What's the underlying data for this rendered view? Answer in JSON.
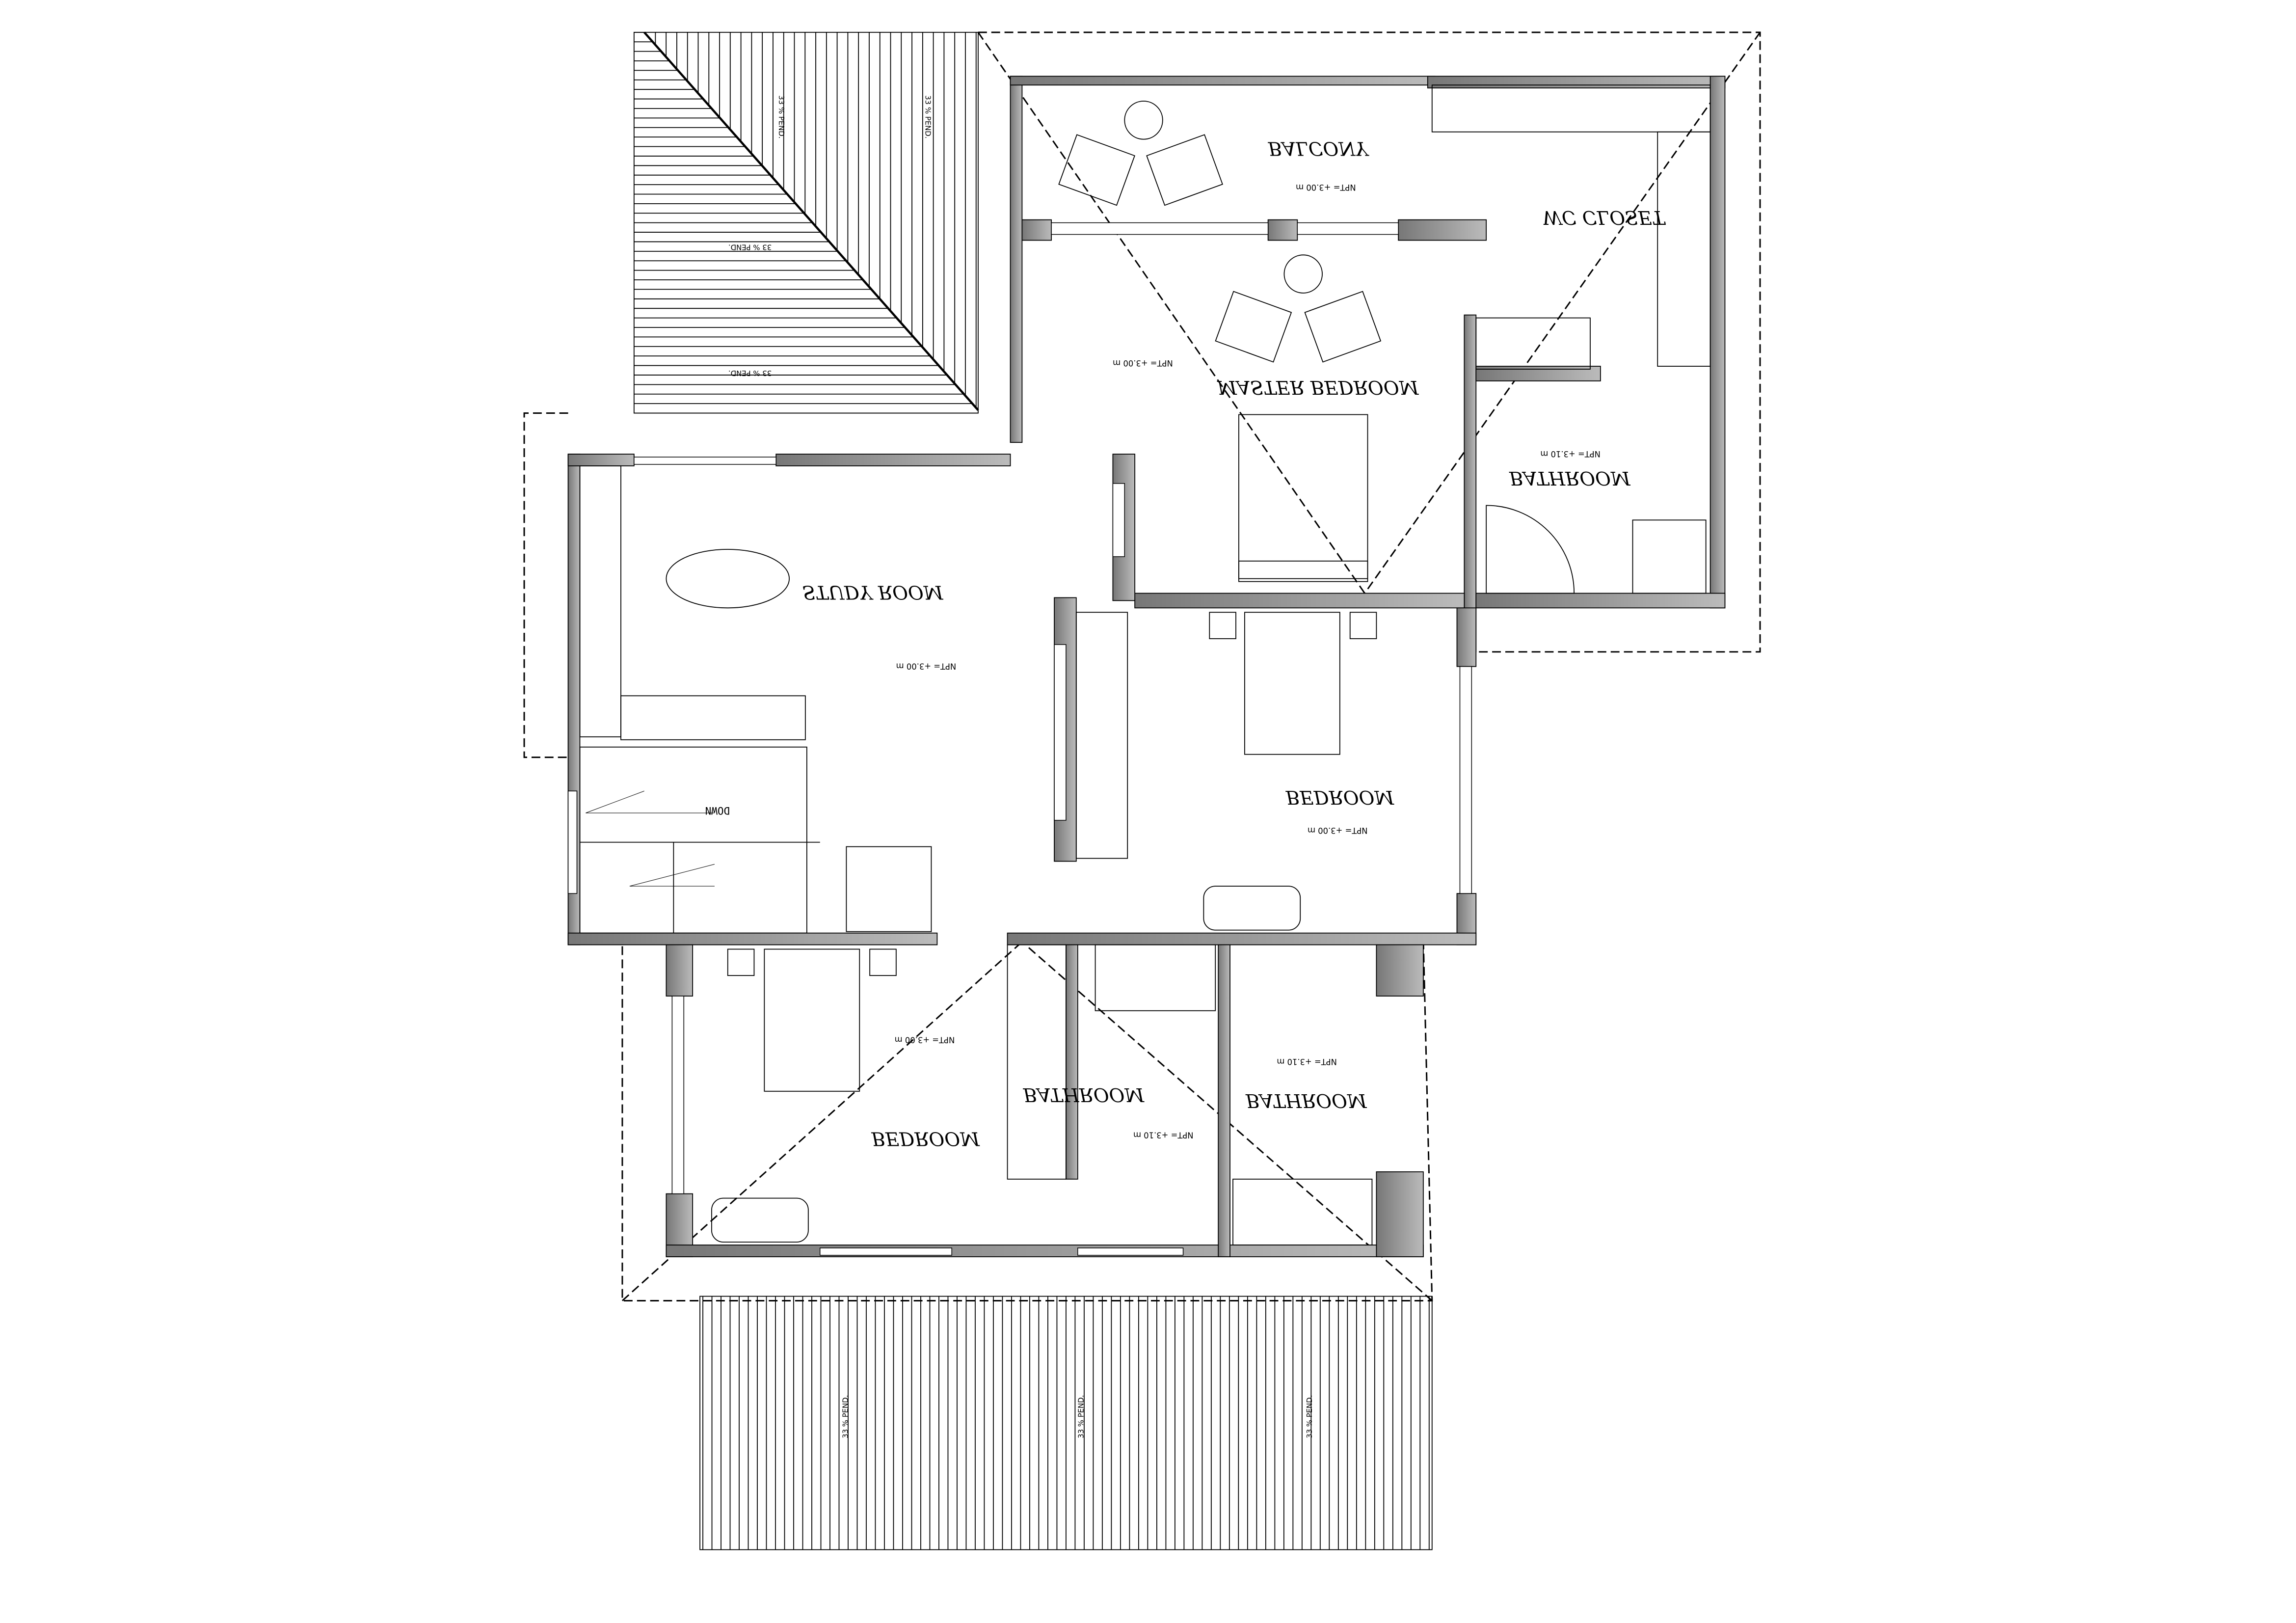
{
  "drawing": {
    "rooms": [
      {
        "label": "BALCONY"
      },
      {
        "label": "WC CLOSET"
      },
      {
        "label": "MASTER BEDROOM"
      },
      {
        "label": "BATHROOM"
      },
      {
        "label": "STUDY ROOM"
      },
      {
        "label": "BEDROOM"
      },
      {
        "label": "BEDROOM"
      },
      {
        "label": "BATHROOM"
      },
      {
        "label": "BATHROOM"
      }
    ],
    "levels": [
      "NPT= +3.00 m",
      "NPT= +3.00 m",
      "NPT= +3.10 m",
      "NPT= +3.00 m",
      "NPT= +3.00 m",
      "NPT= +3.00 m",
      "NPT= +3.10 m",
      "NPT= +3.10 m"
    ],
    "stair_label": "DOWN",
    "roof_slope_label": "33 % PEND."
  }
}
